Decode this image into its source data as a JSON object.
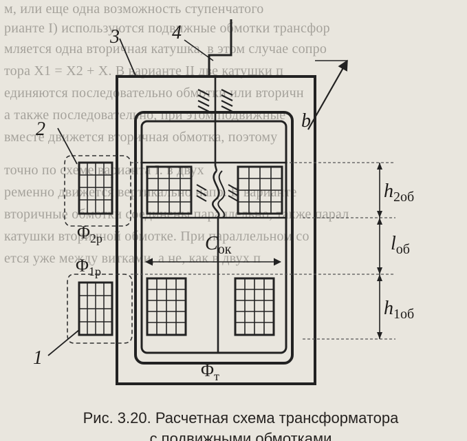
{
  "background_text": [
    "м, или еще одна возможность ступенчатого",
    "рианте I) используются подвижные обмотки трансфор",
    "мляется одна вторичная катушка, в этом случае сопро",
    "тора X1 = X2 + X. В варианте II две катушки п",
    "единяются последовательно обмотки или вторичн",
    "а также последовательно, при этом подвижные",
    "вместе движется вторичная обмотка, поэтому",
    "точно по схеме варианта I. в двух",
    "ременно движется вертикально напр. В варианте",
    "вторичные обмотки соединены параллельно, также парал",
    "катушки вторичной обмотке. При параллельном со",
    "ется уже между витками, а не, как в двух п"
  ],
  "diagram": {
    "labels": {
      "coil_top_number": "2",
      "coil_bottom_number": "1",
      "yoke_number": "3",
      "rod_number": "4",
      "b_dimension": "b",
      "flux_2p": "Φ",
      "flux_2p_sub": "2р",
      "flux_1p": "Φ",
      "flux_1p_sub": "1р",
      "clearance": "C",
      "clearance_sub": "ок",
      "flux_t": "Φ",
      "flux_t_sub": "т",
      "h2": "h",
      "h2_sub": "2об",
      "l": "l",
      "l_sub": "об",
      "h1": "h",
      "h1_sub": "1об"
    }
  },
  "caption": {
    "line1": "Рис. 3.20. Расчетная схема трансформатора",
    "line2": "с подвижными обмотками"
  }
}
